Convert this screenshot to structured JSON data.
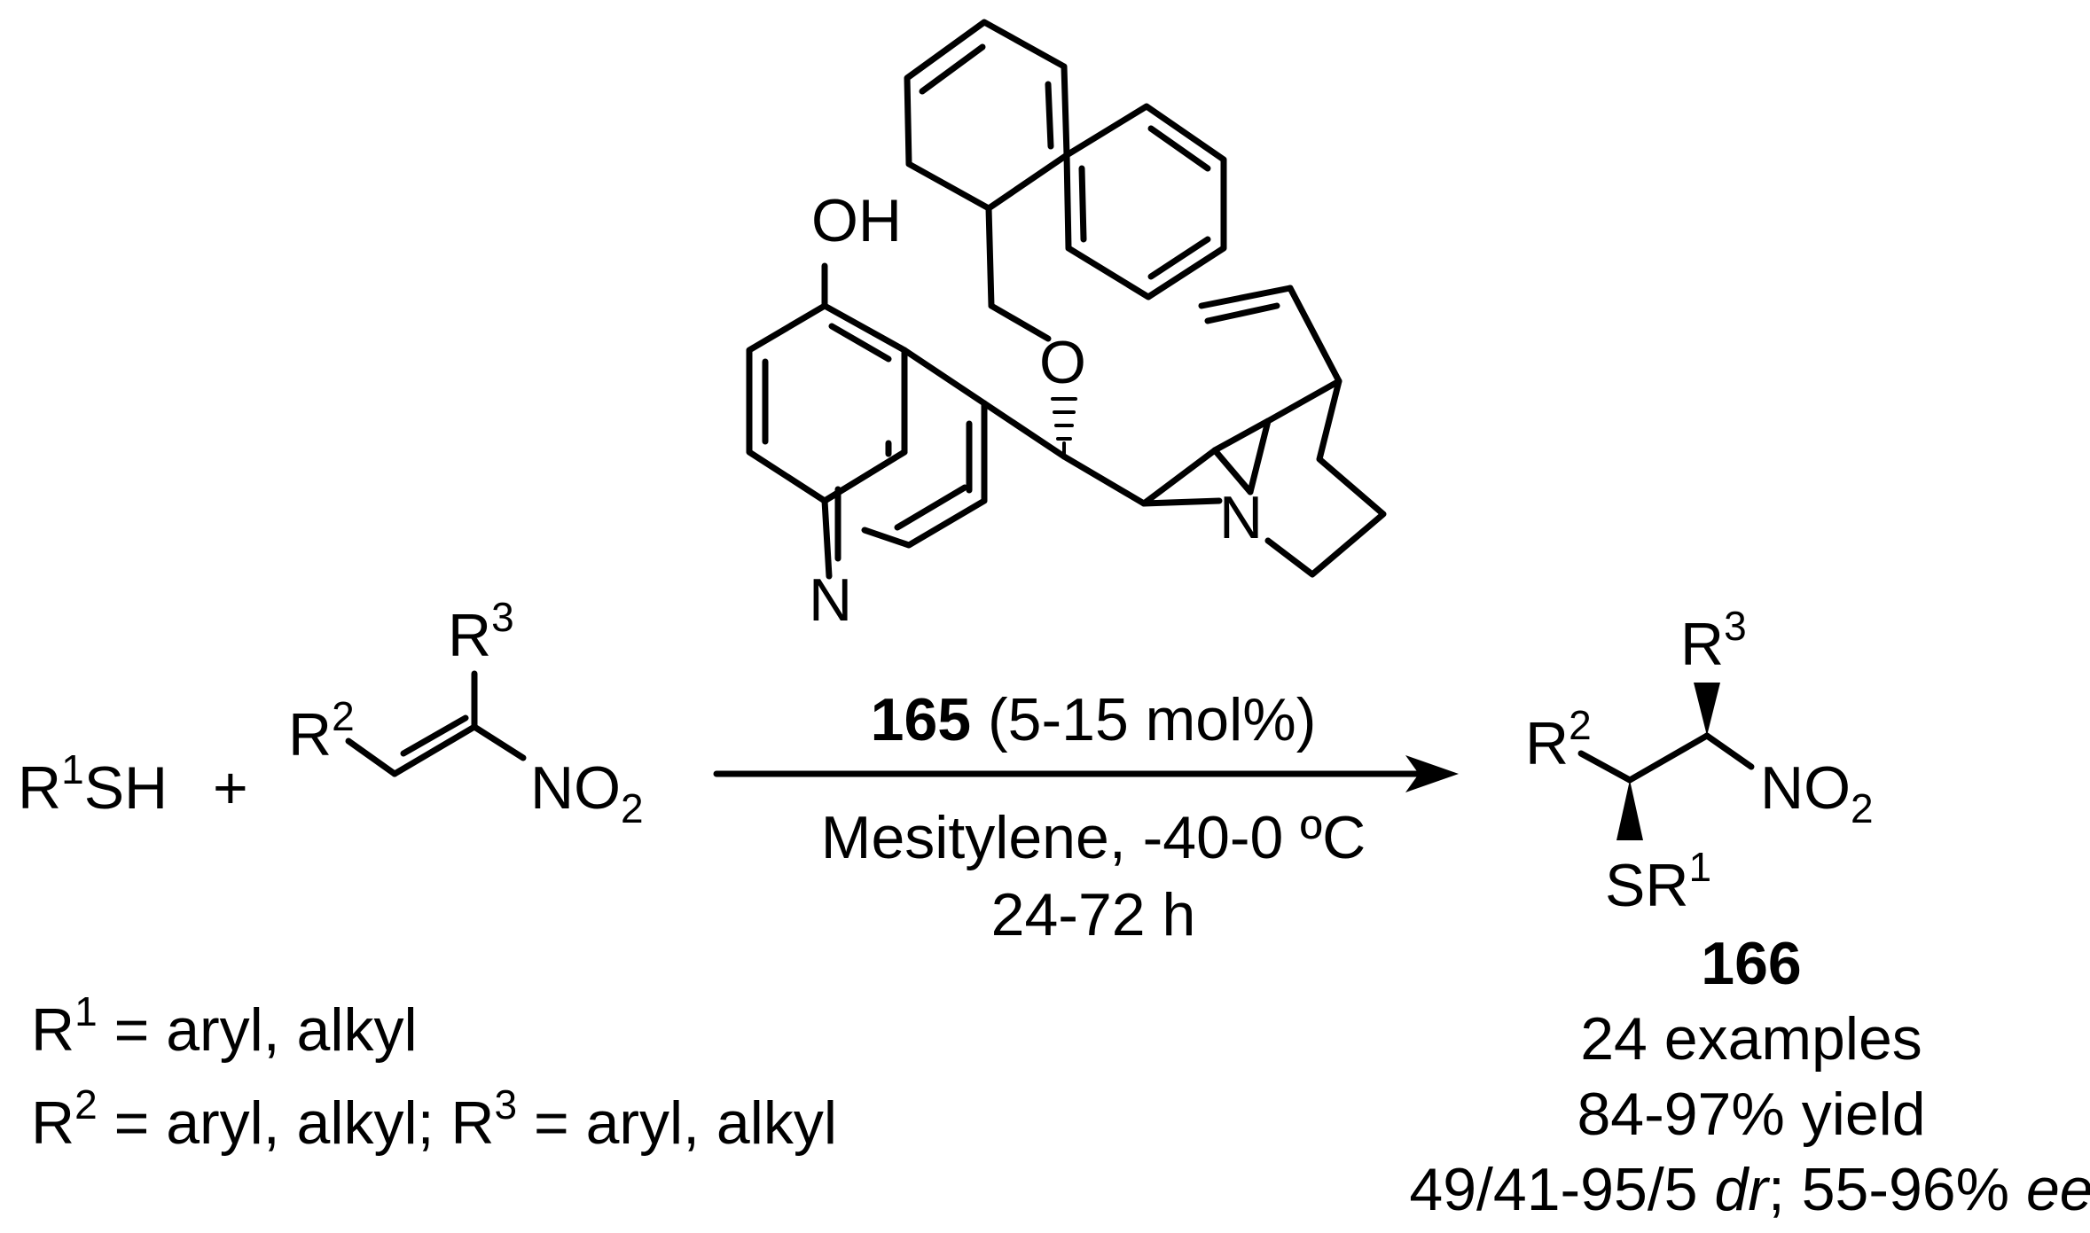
{
  "reactant_thiol": {
    "R": "R",
    "sup": "1",
    "rest": "SH"
  },
  "plus": "+",
  "nitroalkene": {
    "R2": "R",
    "R2_sup": "2",
    "R3": "R",
    "R3_sup": "3",
    "NO2_main": "NO",
    "NO2_sub": "2"
  },
  "catalyst": {
    "OH": "OH",
    "O": "O",
    "N_quinoline": "N",
    "N_quinuclidine": "N",
    "number": "165",
    "loading": " (5-15 mol%)"
  },
  "conditions": {
    "solvent_temp": "Mesitylene, -40-0 ºC",
    "time": "24-72 h"
  },
  "product": {
    "R2": "R",
    "R2_sup": "2",
    "R3": "R",
    "R3_sup": "3",
    "NO2_main": "NO",
    "NO2_sub": "2",
    "SR_main": "SR",
    "SR_sup": "1",
    "number": "166",
    "examples": "24 examples",
    "yield": "84-97% yield",
    "dr_value": "49/41-95/5 ",
    "dr_label": "dr",
    "sep": "; 55-96% ",
    "ee_label": "ee"
  },
  "definitions": {
    "line1": {
      "R": "R",
      "sup": "1",
      "text": " = aryl, alkyl"
    },
    "line2": {
      "R_a": "R",
      "sup_a": "2",
      "text_a": " = aryl, alkyl; ",
      "R_b": "R",
      "sup_b": "3",
      "text_b": " = aryl, alkyl"
    }
  }
}
